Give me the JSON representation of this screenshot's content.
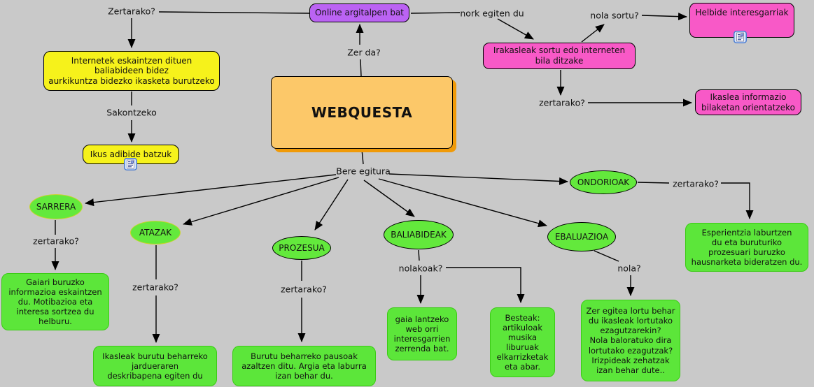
{
  "diagram": {
    "type": "concept-map",
    "root": {
      "label": "WEBQUESTA"
    },
    "colors": {
      "background": "#c9c9c9",
      "yellow": "#f6f21b",
      "purple": "#bb63f3",
      "pink": "#f859c7",
      "orange": "#fcc869",
      "orange_shadow": "#f09a08",
      "green_fill": "#5ce63a",
      "green_border": "#3bcb15",
      "ellipse_fill": "#63e93c",
      "ellipse_border_olive": "#c9d42a",
      "line": "#000000"
    },
    "icons": {
      "resource_icon": "page-with-image-link-button"
    },
    "nodes": {
      "online": "Online argitalpen bat",
      "internetek": "Internetek eskaintzen dituen\nbaliabideen bidez\naurkikuntza bidezko ikasketa burutzeko",
      "ikus_adibide": "Ikus adibide batzuk",
      "irakasleak": "Irakasleak sortu edo interneten\nbila ditzake",
      "helbide": "Helbide interesgarriak",
      "ikaslea": "Ikaslea informazio\nbilaketan orientatzeko",
      "sarrera": "SARRERA",
      "atazak": "ATAZAK",
      "prozesua": "PROZESUA",
      "baliabideak": "BALIABIDEAK",
      "ebaluazioa": "EBALUAZIOA",
      "ondorioak": "ONDORIOAK",
      "gaiari": "Gaiari buruzko\ninformazioa eskaintzen\ndu. Motibazioa eta\ninteresa sortzea du\nhelburu.",
      "ikasleak_burutu": "Ikasleak burutu beharreko\njardueraren\ndeskribapena egiten du",
      "burutu": "Burutu beharreko pausoak\nazaltzen ditu. Argia eta laburra\nizan behar du.",
      "gaia_lantzeko": "gaia lantzeko\nweb orri\ninteresgarrien\nzerrenda bat.",
      "besteak": "Besteak:\nartikuloak\nmusika\nliburuak\nelkarrizketak\neta abar.",
      "zer_egitea": "Zer egitea lortu behar\ndu ikasleak lortutako\nezagutzarekin?\nNola baloratuko dira\nlortutako ezagutzak?\nIrizpideak zehatzak\nizan behar dute..",
      "esperientzia": "Esperientzia laburtzen\ndu eta buruturiko\nprozesuari buruzko\nhausnarketa bideratzen du."
    },
    "link_labels": {
      "zertarako_top": "Zertarako?",
      "sakontzeko": "Sakontzeko",
      "zer_da": "Zer da?",
      "nork_egiten_du": "nork egiten du",
      "nola_sortu": "nola sortu?",
      "zertarako_irakasleak": "zertarako?",
      "bere_egitura": "Bere egitura",
      "zertarako_sarrera": "zertarako?",
      "zertarako_atazak": "zertarako?",
      "zertarako_prozesua": "zertarako?",
      "nolakoak": "nolakoak?",
      "nola": "nola?",
      "zertarako_ondorioak": "zertarako?"
    }
  }
}
